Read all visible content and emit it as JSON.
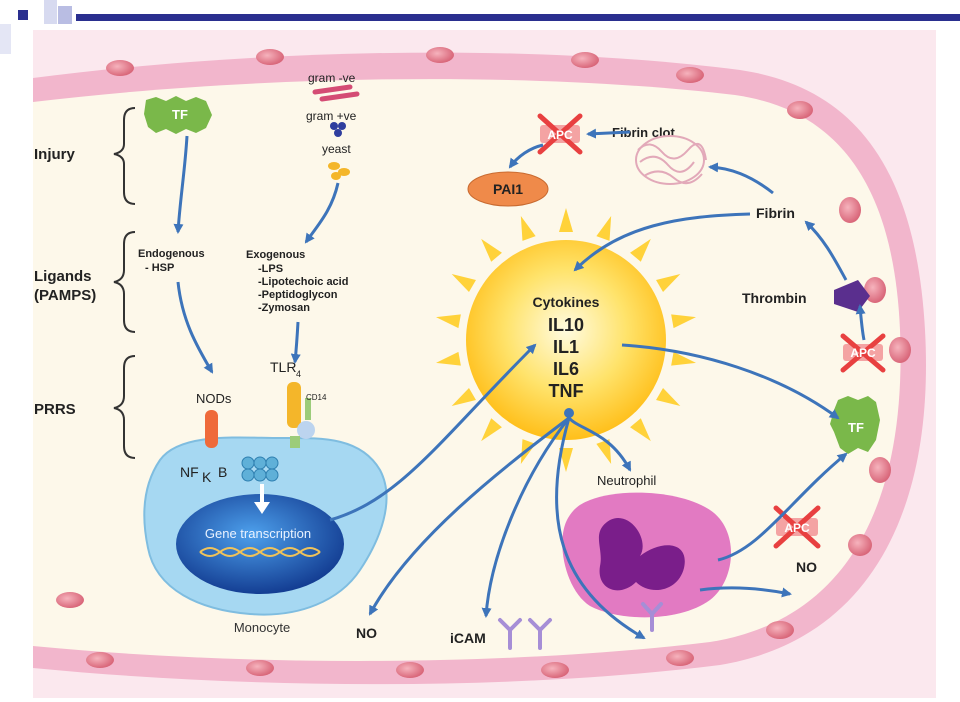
{
  "left_labels": {
    "injury": "Injury",
    "ligands_line1": "Ligands",
    "ligands_line2": "(PAMPS)",
    "prrs": "PRRS"
  },
  "tf_top": "TF",
  "tf_right": "TF",
  "pathogens": {
    "gram_neg": "gram -ve",
    "gram_pos": "gram +ve",
    "yeast": "yeast"
  },
  "endogenous": {
    "line1": "Endogenous",
    "line2": "- HSP"
  },
  "exogenous": {
    "title": "Exogenous",
    "items": [
      "-LPS",
      "-Lipotechoic acid",
      "-Peptidoglycon",
      "-Zymosan"
    ]
  },
  "receptors": {
    "nods": "NODs",
    "tlr": "TLR",
    "tlr_sub": "4",
    "cd14": "CD14"
  },
  "nfkb": {
    "nf": "NF",
    "k": "K",
    "b": "B"
  },
  "gene_transcription": "Gene transcription",
  "monocyte": "Monocyte",
  "cytokines": {
    "title": "Cytokines",
    "items": [
      "IL10",
      "IL1",
      "IL6",
      "TNF"
    ]
  },
  "apc_label": "APC",
  "fibrin_clot": "Fibrin clot",
  "pai1": "PAI1",
  "fibrin": "Fibrin",
  "thrombin": "Thrombin",
  "neutrophil": "Neutrophil",
  "no_label": "NO",
  "icam": "iCAM",
  "colors": {
    "vessel_wall": "#f2b6cc",
    "vessel_dots": "#e4808f",
    "lumen": "#fdf8ea",
    "arrow": "#3d74ba",
    "sun": "#ffc61e",
    "monocyte": "#9fd4f0",
    "nucleus": "#1f5fb5",
    "neutrophil": "#d14da0",
    "tf_green": "#7ab84a",
    "apc_red": "#e84040",
    "pai1": "#ef8a4a",
    "thrombin": "#5a2f8e"
  }
}
